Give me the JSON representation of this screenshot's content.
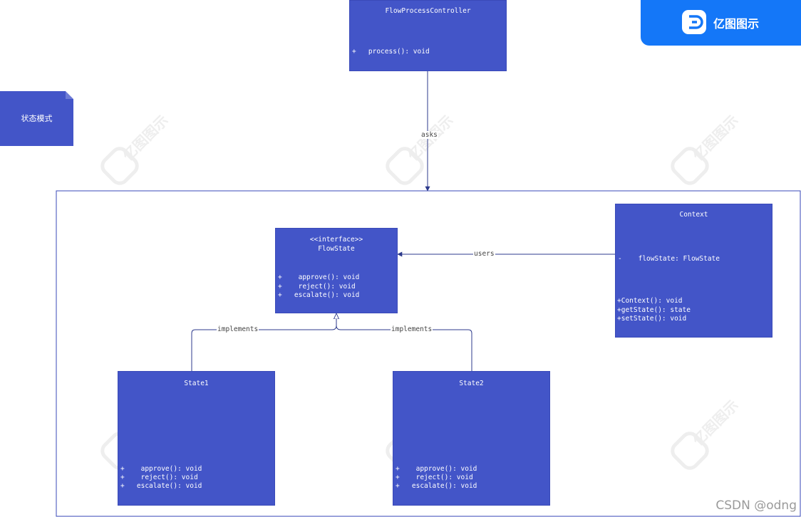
{
  "brand": {
    "name": "亿图图示"
  },
  "note": {
    "text": "状态模式"
  },
  "watermark": {
    "text": "亿图图示"
  },
  "footer": {
    "text": "CSDN @odng"
  },
  "classes": {
    "controller": {
      "name": "FlowProcessController",
      "members": [
        "+   process(): void"
      ]
    },
    "flowstate": {
      "stereotype": "<<interface>>",
      "name": "FlowState",
      "members": [
        "+    approve(): void",
        "+    reject(): void",
        "+   escalate(): void"
      ]
    },
    "context": {
      "name": "Context",
      "attributes": [
        "-    flowState: FlowState"
      ],
      "methods": [
        "+Context(): void",
        "+getState(): state",
        "+setState(): void"
      ]
    },
    "state1": {
      "name": "State1",
      "members": [
        "+    approve(): void",
        "+    reject(): void",
        "+   escalate(): void"
      ]
    },
    "state2": {
      "name": "State2",
      "members": [
        "+    approve(): void",
        "+    reject(): void",
        "+   escalate(): void"
      ]
    }
  },
  "relations": {
    "asks": "asks",
    "users": "users",
    "implements_1": "implements",
    "implements_2": "implements"
  },
  "colors": {
    "class_fill": "#4355c8",
    "line": "#2d3a8c",
    "brand_blue": "#1477f8"
  }
}
